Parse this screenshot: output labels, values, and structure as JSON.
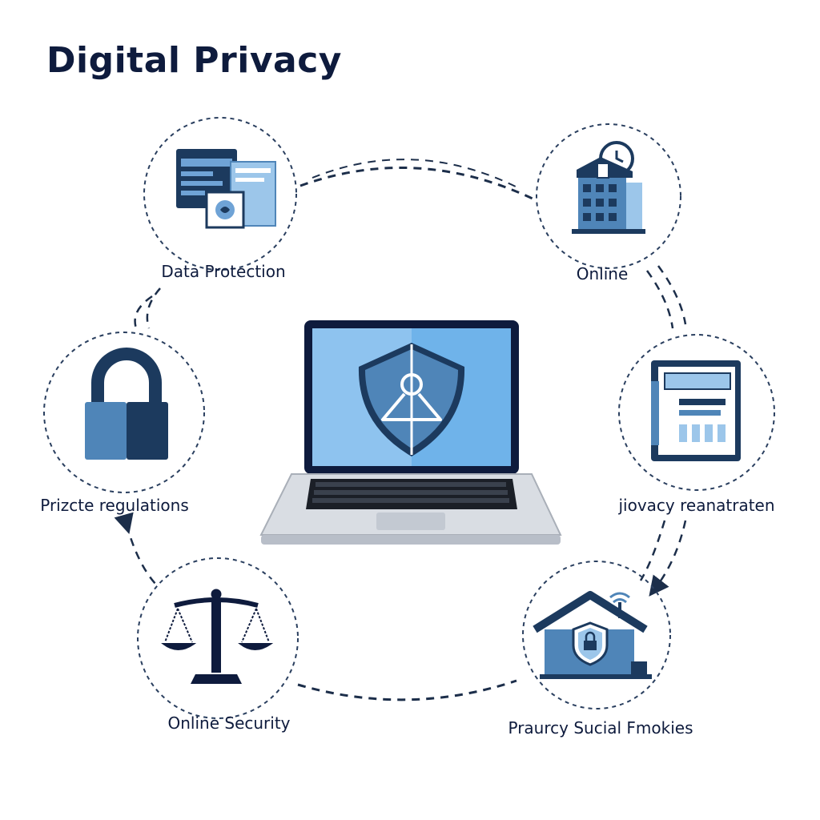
{
  "title": "Digital Privacy",
  "colors": {
    "navy": "#1c3a5e",
    "mid_blue": "#4f85b8",
    "light_blue": "#9cc6ea",
    "screen_blue": "#6fb3ea",
    "dash": "#2a3f5f",
    "text": "#0e1b3d"
  },
  "nodes": [
    {
      "id": "data-protection",
      "label": "Data Protection",
      "icon": "browser-windows-icon"
    },
    {
      "id": "online",
      "label": "Online",
      "icon": "building-icon"
    },
    {
      "id": "privacy-regulations",
      "label": "Prizcte regulations",
      "icon": "padlock-icon"
    },
    {
      "id": "privacy-registration",
      "label": "jiovacy reanatraten",
      "icon": "document-icon"
    },
    {
      "id": "online-security",
      "label": "Online Security",
      "icon": "scales-icon"
    },
    {
      "id": "social-cookies",
      "label": "Praurcy Sucial Fmokies",
      "icon": "house-shield-icon"
    }
  ],
  "center": {
    "icon": "laptop-shield-icon"
  }
}
